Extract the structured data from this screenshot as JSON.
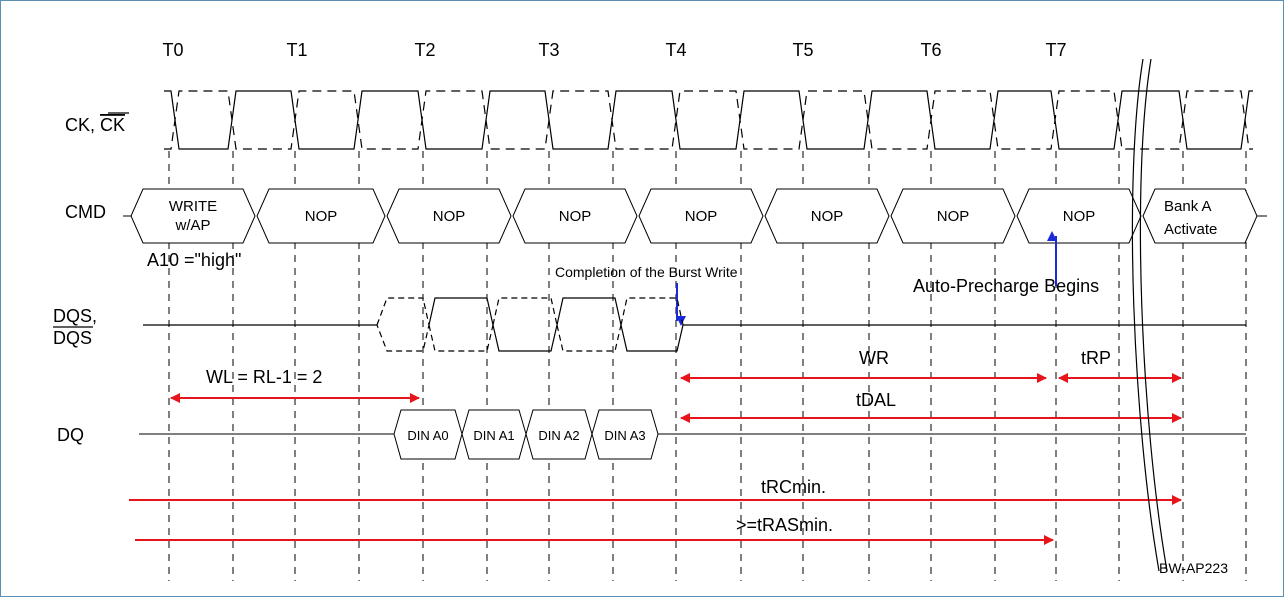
{
  "clock_ticks": [
    "T0",
    "T1",
    "T2",
    "T3",
    "T4",
    "T5",
    "T6",
    "T7"
  ],
  "signals": {
    "ck": "CK, ",
    "ck_bar": "CK",
    "cmd": "CMD",
    "dqs": "DQS,",
    "dqs_bar": "DQS",
    "dq": "DQ"
  },
  "commands": {
    "write_line1": "WRITE",
    "write_line2": "w/AP",
    "nop": "NOP",
    "activate_line1": "Bank A",
    "activate_line2": "Activate"
  },
  "data_in": [
    "DIN A0",
    "DIN A1",
    "DIN A2",
    "DIN A3"
  ],
  "annotations": {
    "a10": "A10 =\"high\"",
    "completion": "Completion of the Burst Write",
    "auto_precharge": "Auto-Precharge Begins",
    "wl": "WL =  RL-1 = 2",
    "wr": "WR",
    "trp": "tRP",
    "tdal": "tDAL",
    "trc": "tRCmin.",
    "tras": ">=tRASmin.",
    "figure_id": "BW-AP223"
  },
  "colors": {
    "arrow": "#e8141c",
    "marker": "#1a2ad6",
    "frame": "#5a8fb0",
    "line": "#000000"
  }
}
